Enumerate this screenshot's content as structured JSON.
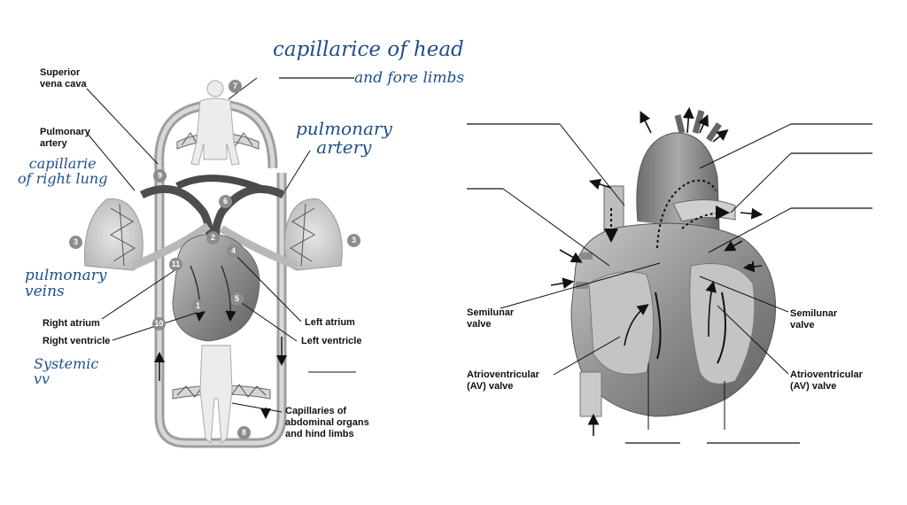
{
  "left_diagram": {
    "labels": {
      "superior_vena_cava": "Superior\nvena cava",
      "pulmonary_artery": "Pulmonary\nartery",
      "right_atrium": "Right atrium",
      "right_ventricle": "Right ventricle",
      "left_atrium": "Left atrium",
      "left_ventricle": "Left ventricle",
      "capillaries_abdominal": "Capillaries of\nabdominal organs\nand hind limbs"
    },
    "numbers": [
      "1",
      "2",
      "3",
      "3",
      "4",
      "5",
      "6",
      "7",
      "8",
      "9",
      "10",
      "11"
    ]
  },
  "handwriting": {
    "capillaries_head": "capillarice of head",
    "forelimbs": "and fore limbs",
    "pulmonary_artery_right": "pulmonary\nartery",
    "capillaries_lung": "capillarie\nof right lung",
    "pulmonary_veins": "pulmonary\nveins",
    "systemic": "Systemic\nvv"
  },
  "right_diagram": {
    "labels": {
      "semilunar_left": "Semilunar\nvalve",
      "semilunar_right": "Semilunar\nvalve",
      "av_left": "Atrioventricular\n(AV) valve",
      "av_right": "Atrioventricular\n(AV) valve"
    }
  },
  "colors": {
    "ink": "#1f4f86",
    "vessel_dark": "#555555",
    "vessel_light": "#b5b5b5",
    "heart_fill": "#9b9b9b"
  }
}
